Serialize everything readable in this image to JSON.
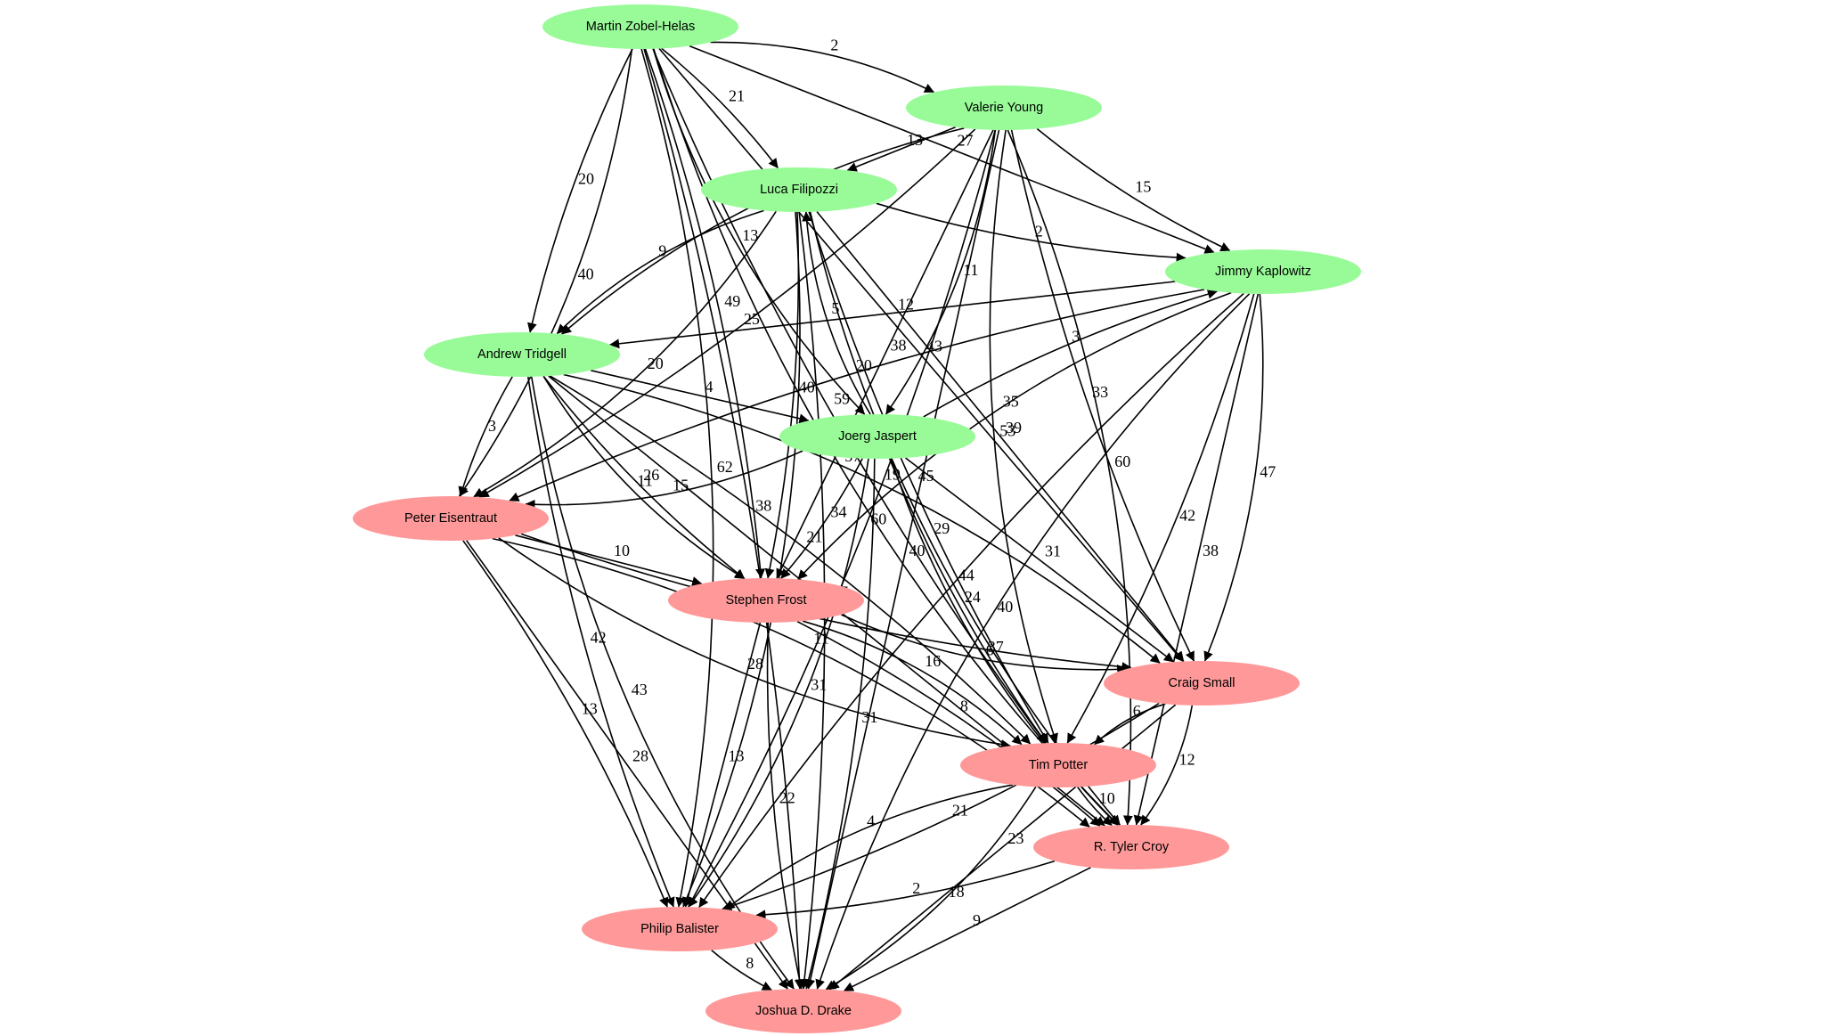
{
  "colors": {
    "group_a": "#98fb98",
    "group_b": "#ff9999",
    "edge": "#000000"
  },
  "nodes": [
    {
      "id": "martin",
      "label": "Martin Zobel-Helas",
      "group": "a"
    },
    {
      "id": "valerie",
      "label": "Valerie Young",
      "group": "a"
    },
    {
      "id": "luca",
      "label": "Luca Filipozzi",
      "group": "a"
    },
    {
      "id": "jimmy",
      "label": "Jimmy Kaplowitz",
      "group": "a"
    },
    {
      "id": "andrew",
      "label": "Andrew Tridgell",
      "group": "a"
    },
    {
      "id": "joerg",
      "label": "Joerg Jaspert",
      "group": "a"
    },
    {
      "id": "peter",
      "label": "Peter Eisentraut",
      "group": "b"
    },
    {
      "id": "stephen",
      "label": "Stephen Frost",
      "group": "b"
    },
    {
      "id": "craig",
      "label": "Craig Small",
      "group": "b"
    },
    {
      "id": "tim",
      "label": "Tim Potter",
      "group": "b"
    },
    {
      "id": "tyler",
      "label": "R. Tyler Croy",
      "group": "b"
    },
    {
      "id": "philip",
      "label": "Philip Balister",
      "group": "b"
    },
    {
      "id": "joshua",
      "label": "Joshua D. Drake",
      "group": "b"
    }
  ],
  "edges": [
    {
      "from": "martin",
      "to": "valerie",
      "label": "2"
    },
    {
      "from": "martin",
      "to": "luca",
      "label": "21"
    },
    {
      "from": "martin",
      "to": "jimmy",
      "label": "27"
    },
    {
      "from": "martin",
      "to": "andrew",
      "label": "20"
    },
    {
      "from": "martin",
      "to": "joerg",
      "label": "13"
    },
    {
      "from": "martin",
      "to": "peter",
      "label": "40"
    },
    {
      "from": "martin",
      "to": "stephen",
      "label": "49"
    },
    {
      "from": "martin",
      "to": "craig",
      "label": "43"
    },
    {
      "from": "martin",
      "to": "tim",
      "label": "59"
    },
    {
      "from": "martin",
      "to": "tyler",
      "label": "57"
    },
    {
      "from": "martin",
      "to": "philip",
      "label": "62"
    },
    {
      "from": "martin",
      "to": "joshua",
      "label": "38"
    },
    {
      "from": "valerie",
      "to": "luca",
      "label": "13"
    },
    {
      "from": "valerie",
      "to": "jimmy",
      "label": "15"
    },
    {
      "from": "valerie",
      "to": "andrew",
      "label": "21"
    },
    {
      "from": "valerie",
      "to": "joerg",
      "label": "11"
    },
    {
      "from": "valerie",
      "to": "peter",
      "label": "25"
    },
    {
      "from": "valerie",
      "to": "stephen",
      "label": "38"
    },
    {
      "from": "valerie",
      "to": "craig",
      "label": "33"
    },
    {
      "from": "valerie",
      "to": "tim",
      "label": "53"
    },
    {
      "from": "valerie",
      "to": "tyler",
      "label": "60"
    },
    {
      "from": "valerie",
      "to": "philip",
      "label": "60"
    },
    {
      "from": "valerie",
      "to": "joshua",
      "label": "40"
    },
    {
      "from": "luca",
      "to": "jimmy",
      "label": "2"
    },
    {
      "from": "luca",
      "to": "andrew",
      "label": "9"
    },
    {
      "from": "luca",
      "to": "peter",
      "label": "20"
    },
    {
      "from": "luca",
      "to": "stephen",
      "label": "40"
    },
    {
      "from": "luca",
      "to": "craig",
      "label": "39"
    },
    {
      "from": "luca",
      "to": "tim",
      "label": "45"
    },
    {
      "from": "luca",
      "to": "tyler",
      "label": "29"
    },
    {
      "from": "luca",
      "to": "philip",
      "label": ""
    },
    {
      "from": "luca",
      "to": "joshua",
      "label": "20"
    },
    {
      "from": "jimmy",
      "to": "andrew",
      "label": "12"
    },
    {
      "from": "jimmy",
      "to": "peter",
      "label": "20"
    },
    {
      "from": "jimmy",
      "to": "stephen",
      "label": "35"
    },
    {
      "from": "jimmy",
      "to": "craig",
      "label": "47"
    },
    {
      "from": "jimmy",
      "to": "tim",
      "label": "42"
    },
    {
      "from": "jimmy",
      "to": "tyler",
      "label": "38"
    },
    {
      "from": "jimmy",
      "to": "philip",
      "label": "44"
    },
    {
      "from": "jimmy",
      "to": "joshua",
      "label": "40"
    },
    {
      "from": "joerg",
      "to": "luca",
      "label": "5"
    },
    {
      "from": "joerg",
      "to": "jimmy",
      "label": "3"
    },
    {
      "from": "andrew",
      "to": "joerg",
      "label": "4"
    },
    {
      "from": "andrew",
      "to": "peter",
      "label": "3"
    },
    {
      "from": "andrew",
      "to": "stephen",
      "label": "11"
    },
    {
      "from": "andrew",
      "to": "craig",
      "label": "19"
    },
    {
      "from": "andrew",
      "to": "tim",
      "label": "21"
    },
    {
      "from": "andrew",
      "to": "tyler",
      "label": "37"
    },
    {
      "from": "andrew",
      "to": "philip",
      "label": "42"
    },
    {
      "from": "andrew",
      "to": "joshua",
      "label": "43"
    },
    {
      "from": "joerg",
      "to": "peter",
      "label": "15"
    },
    {
      "from": "joerg",
      "to": "stephen",
      "label": "34"
    },
    {
      "from": "joerg",
      "to": "craig",
      "label": "31"
    },
    {
      "from": "joerg",
      "to": "tim",
      "label": "24"
    },
    {
      "from": "joerg",
      "to": "tyler",
      "label": "37"
    },
    {
      "from": "joerg",
      "to": "philip",
      "label": "31"
    },
    {
      "from": "joerg",
      "to": "joshua",
      "label": "31"
    },
    {
      "from": "peter",
      "to": "stephen",
      "label": "10"
    },
    {
      "from": "peter",
      "to": "craig",
      "label": "17"
    },
    {
      "from": "peter",
      "to": "tim",
      "label": "28"
    },
    {
      "from": "peter",
      "to": "tyler",
      "label": "11"
    },
    {
      "from": "peter",
      "to": "philip",
      "label": "13"
    },
    {
      "from": "peter",
      "to": "joshua",
      "label": "28"
    },
    {
      "from": "andrew",
      "to": "stephen",
      "label": "26"
    },
    {
      "from": "stephen",
      "to": "craig",
      "label": "6"
    },
    {
      "from": "stephen",
      "to": "tim",
      "label": "16"
    },
    {
      "from": "stephen",
      "to": "tyler",
      "label": "8"
    },
    {
      "from": "stephen",
      "to": "philip",
      "label": "13"
    },
    {
      "from": "stephen",
      "to": "joshua",
      "label": "22"
    },
    {
      "from": "craig",
      "to": "tim",
      "label": "6"
    },
    {
      "from": "craig",
      "to": "tyler",
      "label": "12"
    },
    {
      "from": "craig",
      "to": "philip",
      "label": "21"
    },
    {
      "from": "craig",
      "to": "joshua",
      "label": "23"
    },
    {
      "from": "tim",
      "to": "tyler",
      "label": "10"
    },
    {
      "from": "tim",
      "to": "philip",
      "label": "4"
    },
    {
      "from": "tim",
      "to": "joshua",
      "label": "18"
    },
    {
      "from": "tyler",
      "to": "philip",
      "label": "2"
    },
    {
      "from": "tyler",
      "to": "joshua",
      "label": "9"
    },
    {
      "from": "philip",
      "to": "joshua",
      "label": "8"
    }
  ]
}
